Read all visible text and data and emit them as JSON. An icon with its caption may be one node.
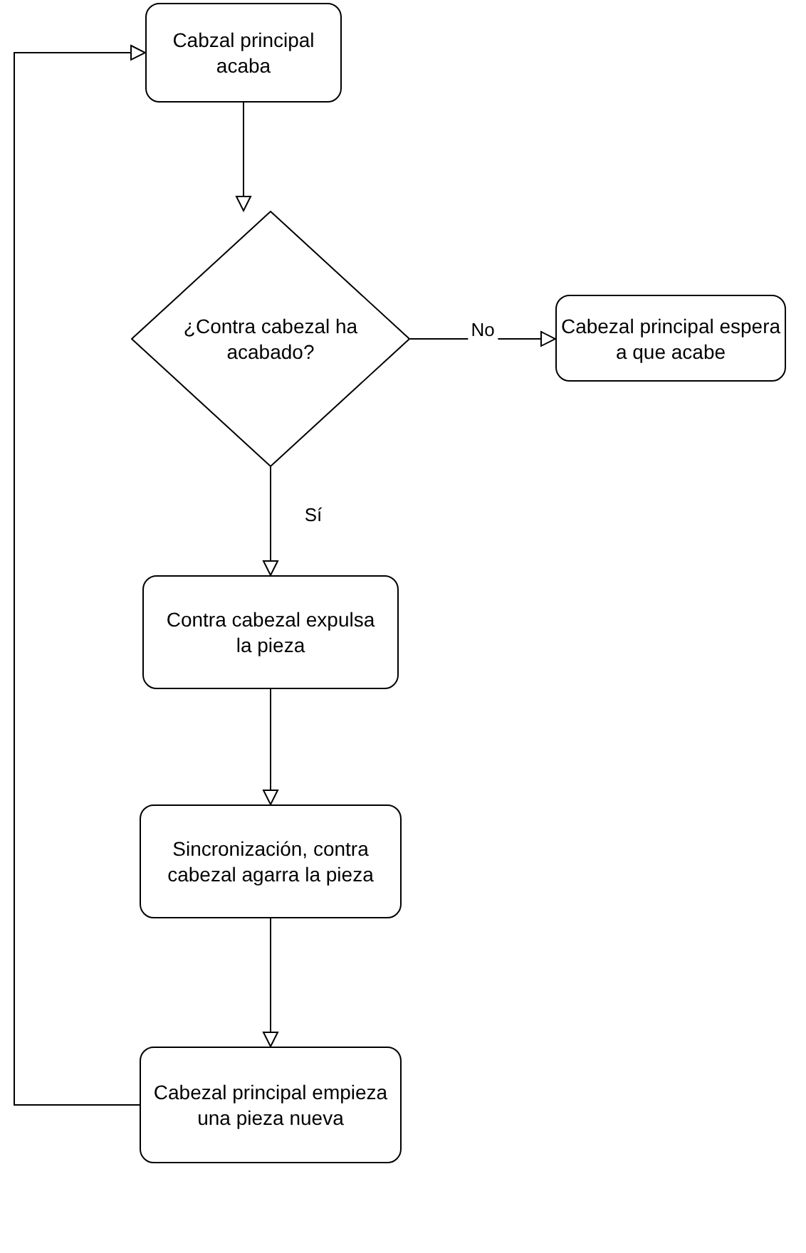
{
  "diagram": {
    "nodes": [
      {
        "text": [
          "Cabzal principal acaba"
        ]
      },
      {
        "text": [
          "¿Contra cabezal ha acabado?"
        ]
      },
      {
        "text": [
          "Cabezal principal espera a que acabe"
        ]
      },
      {
        "text": [
          "Contra cabezal expulsa la pieza"
        ]
      },
      {
        "text": [
          "Sincronización, contra cabezal agarra la pieza"
        ]
      },
      {
        "text": [
          "Cabezal principal empieza una pieza nueva"
        ]
      }
    ],
    "edges": [
      {
        "from": 0,
        "to": 1,
        "arrow": "to"
      },
      {
        "from": 1,
        "to": 2,
        "arrow": "to",
        "label": "No"
      },
      {
        "from": 1,
        "to": 3,
        "arrow": "to",
        "label": "Sí"
      },
      {
        "from": 3,
        "to": 4,
        "arrow": "to"
      },
      {
        "from": 4,
        "to": 5,
        "arrow": "to"
      },
      {
        "from": 5,
        "to": 0,
        "arrow": "to"
      }
    ]
  }
}
